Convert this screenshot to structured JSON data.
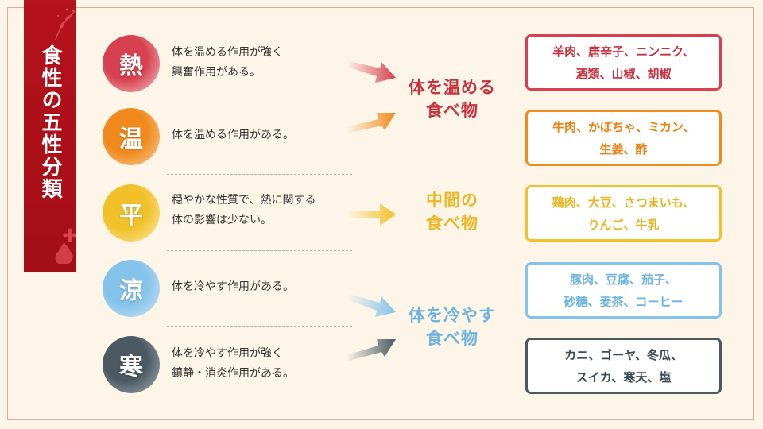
{
  "banner": {
    "title": "食性の五性分類"
  },
  "rows": [
    {
      "char": "熱",
      "desc_lines": [
        "体を温める作用が強く",
        "興奮作用がある。"
      ],
      "foods_lines": [
        "羊肉、唐辛子、ニンニク、",
        "酒類、山椒、胡椒"
      ],
      "color": "#d7414f"
    },
    {
      "char": "温",
      "desc_lines": [
        "体を温める作用がある。"
      ],
      "foods_lines": [
        "牛肉、かぼちゃ、ミカン、",
        "生姜、酢"
      ],
      "color": "#f08a1c"
    },
    {
      "char": "平",
      "desc_lines": [
        "穏やかな性質で、熱に関する",
        "体の影響は少ない。"
      ],
      "foods_lines": [
        "鶏肉、大豆、さつまいも、",
        "りんご、牛乳"
      ],
      "color": "#f2c12a"
    },
    {
      "char": "涼",
      "desc_lines": [
        "体を冷やす作用がある。"
      ],
      "foods_lines": [
        "豚肉、豆腐、茄子、",
        "砂糖、麦茶、コーヒー"
      ],
      "color": "#84c3ea"
    },
    {
      "char": "寒",
      "desc_lines": [
        "体を冷やす作用が強く",
        "鎮静・消炎作用がある。"
      ],
      "foods_lines": [
        "カニ、ゴーヤ、冬瓜、",
        "スイカ、寒天、塩"
      ],
      "color": "#4c5963"
    }
  ],
  "categories": [
    {
      "lines": [
        "体を温める",
        "食べ物"
      ],
      "color": "#c8323f"
    },
    {
      "lines": [
        "中間の",
        "食べ物"
      ],
      "color": "#eab727"
    },
    {
      "lines": [
        "体を冷やす",
        "食べ物"
      ],
      "color": "#6fb3e1"
    }
  ]
}
